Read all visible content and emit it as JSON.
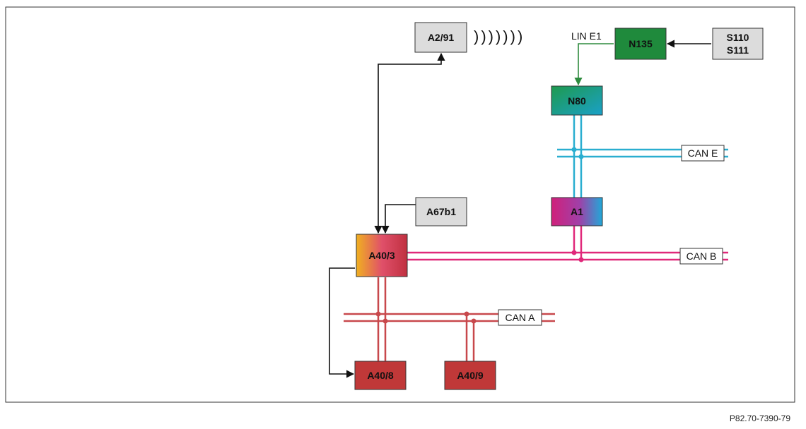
{
  "colors": {
    "can_a": "#c8484c",
    "can_b": "#e0287a",
    "can_e": "#2aaed0",
    "lin": "#2e8b3e",
    "gray_box": "#dcdcdc",
    "frame": "#333333"
  },
  "boxes": {
    "a2_91": "A2/91",
    "n135": "N135",
    "s110": "S110",
    "s111": "S111",
    "n80": "N80",
    "a1": "A1",
    "a67b1": "A67b1",
    "a40_3": "A40/3",
    "a40_8": "A40/8",
    "a40_9": "A40/9"
  },
  "bus_labels": {
    "can_e": "CAN E",
    "can_b": "CAN B",
    "can_a": "CAN A",
    "lin_e1": "LIN E1"
  },
  "wireless_symbol": ")))))))",
  "caption": "P82.70-7390-79"
}
